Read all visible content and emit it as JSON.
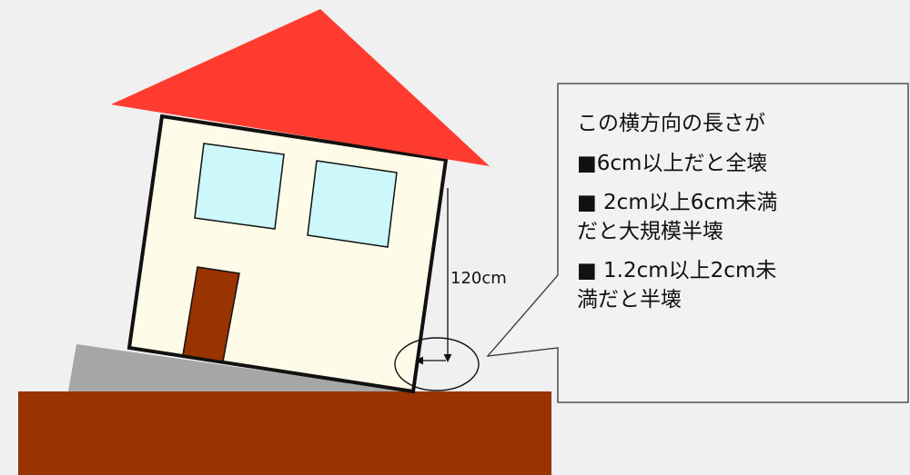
{
  "diagram": {
    "height_label": "120cm",
    "callout": {
      "intro": "この横方向の長さが",
      "item1": "■6cm以上だと全壊",
      "item2_line1": "■ 2cm以上6cm未満",
      "item2_line2": "だと大規模半壊",
      "item3_line1": "■ 1.2cm以上2cm未",
      "item3_line2": "満だと半壊"
    }
  },
  "colors": {
    "background": "#f0f0f0",
    "ground": "#993300",
    "slope": "#a6a6a6",
    "wall": "#fffbe9",
    "roof": "#ff3b30",
    "window": "#ccf7fb",
    "door": "#993300",
    "callout_fill": "#f2f2f2"
  }
}
